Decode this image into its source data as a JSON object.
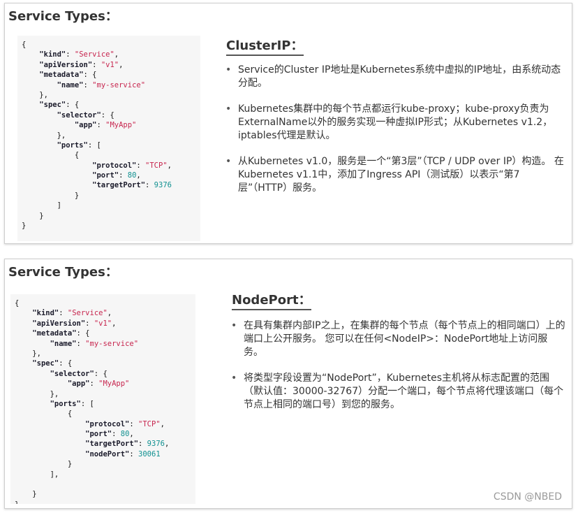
{
  "slides": [
    {
      "title": "Service Types：",
      "heading": "ClusterIP：",
      "code": [
        [
          [
            "p",
            "{"
          ]
        ],
        [
          [
            "p",
            "    "
          ],
          [
            "k",
            "\"kind\""
          ],
          [
            "p",
            ": "
          ],
          [
            "s",
            "\"Service\""
          ],
          [
            "p",
            ","
          ]
        ],
        [
          [
            "p",
            "    "
          ],
          [
            "k",
            "\"apiVersion\""
          ],
          [
            "p",
            ": "
          ],
          [
            "s",
            "\"v1\""
          ],
          [
            "p",
            ","
          ]
        ],
        [
          [
            "p",
            "    "
          ],
          [
            "k",
            "\"metadata\""
          ],
          [
            "p",
            ": {"
          ]
        ],
        [
          [
            "p",
            "        "
          ],
          [
            "k",
            "\"name\""
          ],
          [
            "p",
            ": "
          ],
          [
            "s",
            "\"my-service\""
          ]
        ],
        [
          [
            "p",
            "    },"
          ]
        ],
        [
          [
            "p",
            "    "
          ],
          [
            "k",
            "\"spec\""
          ],
          [
            "p",
            ": {"
          ]
        ],
        [
          [
            "p",
            "        "
          ],
          [
            "k",
            "\"selector\""
          ],
          [
            "p",
            ": {"
          ]
        ],
        [
          [
            "p",
            "            "
          ],
          [
            "k",
            "\"app\""
          ],
          [
            "p",
            ": "
          ],
          [
            "s",
            "\"MyApp\""
          ]
        ],
        [
          [
            "p",
            "        },"
          ]
        ],
        [
          [
            "p",
            "        "
          ],
          [
            "k",
            "\"ports\""
          ],
          [
            "p",
            ": ["
          ]
        ],
        [
          [
            "p",
            "            {"
          ]
        ],
        [
          [
            "p",
            "                "
          ],
          [
            "k",
            "\"protocol\""
          ],
          [
            "p",
            ": "
          ],
          [
            "s",
            "\"TCP\""
          ],
          [
            "p",
            ","
          ]
        ],
        [
          [
            "p",
            "                "
          ],
          [
            "k",
            "\"port\""
          ],
          [
            "p",
            ": "
          ],
          [
            "n",
            "80"
          ],
          [
            "p",
            ","
          ]
        ],
        [
          [
            "p",
            "                "
          ],
          [
            "k",
            "\"targetPort\""
          ],
          [
            "p",
            ": "
          ],
          [
            "n",
            "9376"
          ]
        ],
        [
          [
            "p",
            "            }"
          ]
        ],
        [
          [
            "p",
            "        ]"
          ]
        ],
        [
          [
            "p",
            "    }"
          ]
        ],
        [
          [
            "p",
            "}"
          ]
        ]
      ],
      "bullets": [
        "Service的Cluster IP地址是Kubernetes系统中虚拟的IP地址，由系统动态分配。",
        "Kubernetes集群中的每个节点都运行kube-proxy；kube-proxy负责为ExternalName以外的服务实现一种虚拟IP形式；从Kubernetes v1.2，iptables代理是默认。",
        "从Kubernetes v1.0，服务是一个“第3层”（TCP / UDP over IP）构造。 在Kubernetes v1.1中，添加了Ingress API（测试版）以表示“第7层”（HTTP）服务。"
      ]
    },
    {
      "title": "Service Types：",
      "heading": "NodePort：",
      "code": [
        [
          [
            "p",
            "{"
          ]
        ],
        [
          [
            "p",
            "    "
          ],
          [
            "k",
            "\"kind\""
          ],
          [
            "p",
            ": "
          ],
          [
            "s",
            "\"Service\""
          ],
          [
            "p",
            ","
          ]
        ],
        [
          [
            "p",
            "    "
          ],
          [
            "k",
            "\"apiVersion\""
          ],
          [
            "p",
            ": "
          ],
          [
            "s",
            "\"v1\""
          ],
          [
            "p",
            ","
          ]
        ],
        [
          [
            "p",
            "    "
          ],
          [
            "k",
            "\"metadata\""
          ],
          [
            "p",
            ": {"
          ]
        ],
        [
          [
            "p",
            "        "
          ],
          [
            "k",
            "\"name\""
          ],
          [
            "p",
            ": "
          ],
          [
            "s",
            "\"my-service\""
          ]
        ],
        [
          [
            "p",
            "    },"
          ]
        ],
        [
          [
            "p",
            "    "
          ],
          [
            "k",
            "\"spec\""
          ],
          [
            "p",
            ": {"
          ]
        ],
        [
          [
            "p",
            "        "
          ],
          [
            "k",
            "\"selector\""
          ],
          [
            "p",
            ": {"
          ]
        ],
        [
          [
            "p",
            "            "
          ],
          [
            "k",
            "\"app\""
          ],
          [
            "p",
            ": "
          ],
          [
            "s",
            "\"MyApp\""
          ]
        ],
        [
          [
            "p",
            "        },"
          ]
        ],
        [
          [
            "p",
            "        "
          ],
          [
            "k",
            "\"ports\""
          ],
          [
            "p",
            ": ["
          ]
        ],
        [
          [
            "p",
            "            {"
          ]
        ],
        [
          [
            "p",
            "                "
          ],
          [
            "k",
            "\"protocol\""
          ],
          [
            "p",
            ": "
          ],
          [
            "s",
            "\"TCP\""
          ],
          [
            "p",
            ","
          ]
        ],
        [
          [
            "p",
            "                "
          ],
          [
            "k",
            "\"port\""
          ],
          [
            "p",
            ": "
          ],
          [
            "n",
            "80"
          ],
          [
            "p",
            ","
          ]
        ],
        [
          [
            "p",
            "                "
          ],
          [
            "k",
            "\"targetPort\""
          ],
          [
            "p",
            ": "
          ],
          [
            "n",
            "9376"
          ],
          [
            "p",
            ","
          ]
        ],
        [
          [
            "p",
            "                "
          ],
          [
            "k",
            "\"nodePort\""
          ],
          [
            "p",
            ": "
          ],
          [
            "n",
            "30061"
          ]
        ],
        [
          [
            "p",
            "            }"
          ]
        ],
        [
          [
            "p",
            "        ],"
          ]
        ],
        [
          [
            "p",
            ""
          ]
        ],
        [
          [
            "p",
            "    }"
          ]
        ],
        [
          [
            "p",
            "}"
          ]
        ]
      ],
      "bullets": [
        "在具有集群内部IP之上，在集群的每个节点（每个节点上的相同端口）上的端口上公开服务。 您可以在任何<NodeIP>：NodePort地址上访问服务。",
        "将类型字段设置为“NodePort”，Kubernetes主机将从标志配置的范围（默认值：30000-32767）分配一个端口，每个节点将代理该端口（每个节点上相同的端口号）到您的服务。"
      ]
    }
  ],
  "watermark": "CSDN @NBED"
}
